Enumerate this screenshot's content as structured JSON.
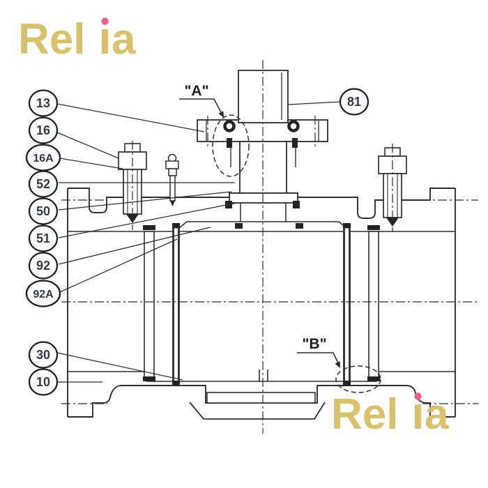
{
  "watermark": {
    "word": "Relia",
    "part1": "Rel",
    "part2": "a",
    "gold_color": "#d8c26c",
    "pink_color": "#ec6090"
  },
  "callouts": {
    "left_column": [
      "13",
      "16",
      "16A",
      "52",
      "50",
      "51",
      "92",
      "92A",
      "30",
      "10"
    ],
    "right_column": [
      "81"
    ]
  },
  "detail_labels": {
    "a": "\"A\"",
    "b": "\"B\""
  },
  "drawing": {
    "line_color": "#2e2e2e",
    "balloon_text_color": "#333a47"
  }
}
